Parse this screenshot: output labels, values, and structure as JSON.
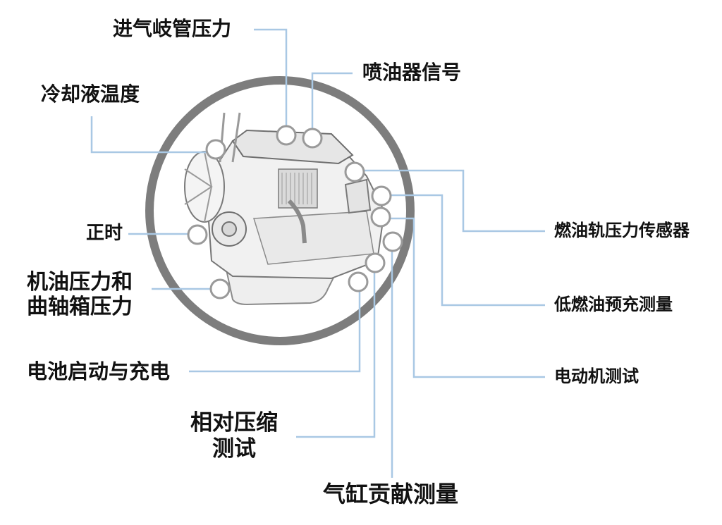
{
  "labels": {
    "intake_manifold_pressure": "进气岐管压力",
    "injector_signal": "喷油器信号",
    "coolant_temperature": "冷却液温度",
    "fuel_rail_pressure_sensor": "燃油轨压力传感器",
    "timing": "正时",
    "oil_crankcase_pressure": [
      "机油压力和",
      "曲轴箱压力"
    ],
    "low_fuel_precharge": "低燃油预充测量",
    "battery_start_charge": "电池启动与充电",
    "motor_test": "电动机测试",
    "relative_compression": [
      "相对压缩",
      "测试"
    ],
    "cylinder_contribution": "气缸贡献测量"
  },
  "colors": {
    "leader_line": "#a9c8e4",
    "ring": "#7d7d7d",
    "marker_fill": "#ffffff",
    "marker_stroke": "#9a9a9a",
    "text": "#111111"
  }
}
